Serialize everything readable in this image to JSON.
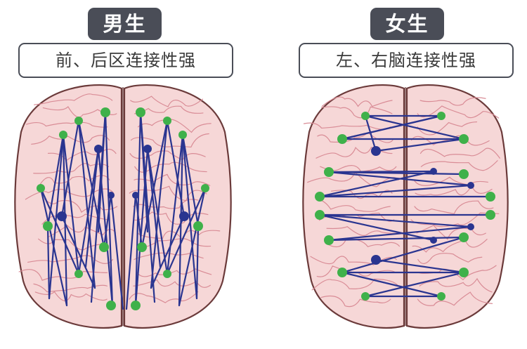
{
  "male": {
    "title": "男生",
    "subtitle": "前、后区连接性强"
  },
  "female": {
    "title": "女生",
    "subtitle": "左、右脑连接性强"
  },
  "colors": {
    "brain_fill": "#f6d7d7",
    "brain_outline": "#6b3a3a",
    "gyri": "#d98c96",
    "connection_line": "#2a3590",
    "node_green": "#3fb14a",
    "node_blue": "#2a3590",
    "tab_bg": "#4a4d57"
  }
}
